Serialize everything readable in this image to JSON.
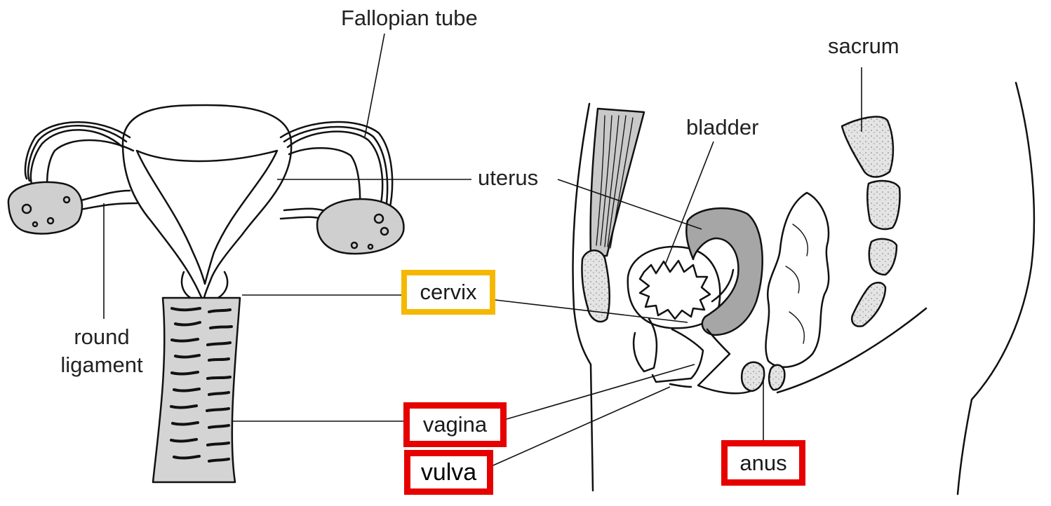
{
  "labels": {
    "fallopian_tube": "Fallopian tube",
    "uterus": "uterus",
    "round_ligament_line1": "round",
    "round_ligament_line2": "ligament",
    "sacrum": "sacrum",
    "bladder": "bladder",
    "cervix": "cervix",
    "vagina": "vagina",
    "vulva": "vulva",
    "anus": "anus"
  },
  "highlight_colors": {
    "cervix": "#F5B800",
    "vagina": "#E60000",
    "vulva": "#E60000",
    "anus": "#E60000"
  }
}
